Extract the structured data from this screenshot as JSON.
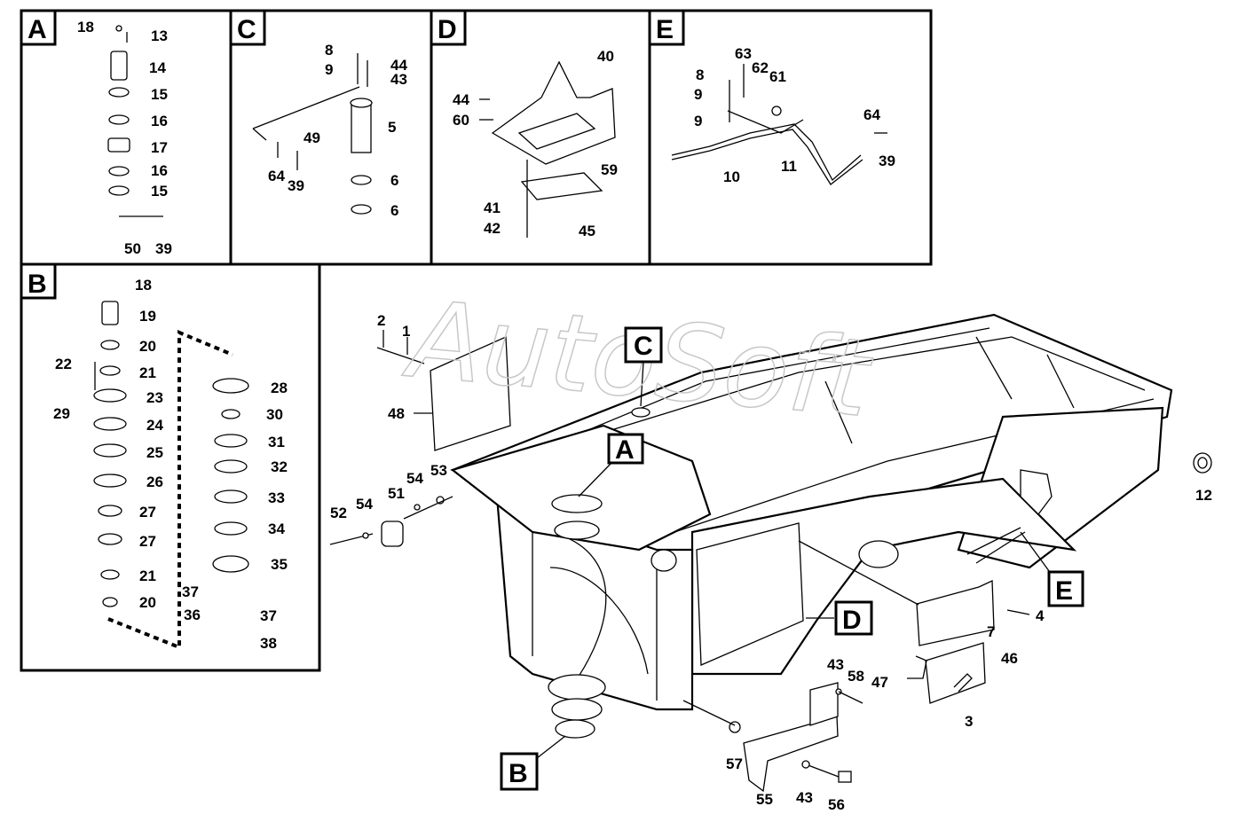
{
  "watermark": "AutoSoft",
  "panels": {
    "A": {
      "letter": "A",
      "labels": [
        "18",
        "13",
        "14",
        "15",
        "16",
        "17",
        "16",
        "15",
        "50",
        "39"
      ]
    },
    "C": {
      "letter": "C",
      "labels": [
        "8",
        "9",
        "44",
        "43",
        "49",
        "5",
        "64",
        "39",
        "6",
        "6"
      ]
    },
    "D": {
      "letter": "D",
      "labels": [
        "40",
        "44",
        "60",
        "59",
        "41",
        "42",
        "45"
      ]
    },
    "E": {
      "letter": "E",
      "labels": [
        "63",
        "62",
        "61",
        "8",
        "9",
        "9",
        "10",
        "11",
        "64",
        "39"
      ]
    },
    "B": {
      "letter": "B",
      "labels": [
        "18",
        "19",
        "20",
        "22",
        "21",
        "23",
        "29",
        "24",
        "25",
        "26",
        "27",
        "27",
        "21",
        "20",
        "28",
        "30",
        "31",
        "32",
        "33",
        "34",
        "35",
        "37",
        "36",
        "37",
        "38"
      ]
    }
  },
  "main": {
    "callouts": [
      "C",
      "A",
      "E",
      "D",
      "B"
    ],
    "labels": [
      "2",
      "1",
      "48",
      "53",
      "54",
      "51",
      "52",
      "54",
      "12",
      "4",
      "7",
      "46",
      "43",
      "58",
      "47",
      "3",
      "57",
      "55",
      "43",
      "56"
    ]
  }
}
